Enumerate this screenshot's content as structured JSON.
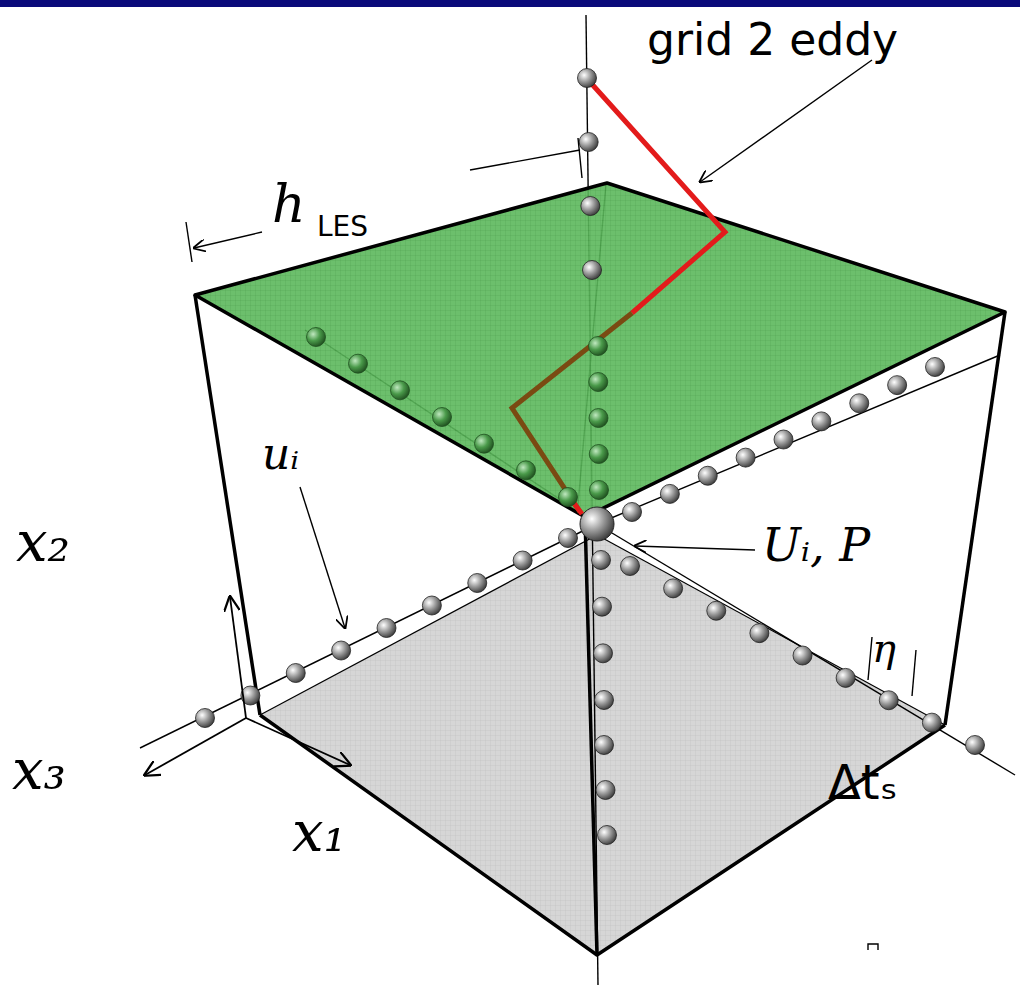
{
  "diagram": {
    "labels": [
      "grid 2 eddy",
      "h",
      "LES",
      "uᵢ",
      "Uᵢ, P",
      "x₂",
      "x₃",
      "x₁",
      "η",
      "Δtₛ"
    ]
  }
}
